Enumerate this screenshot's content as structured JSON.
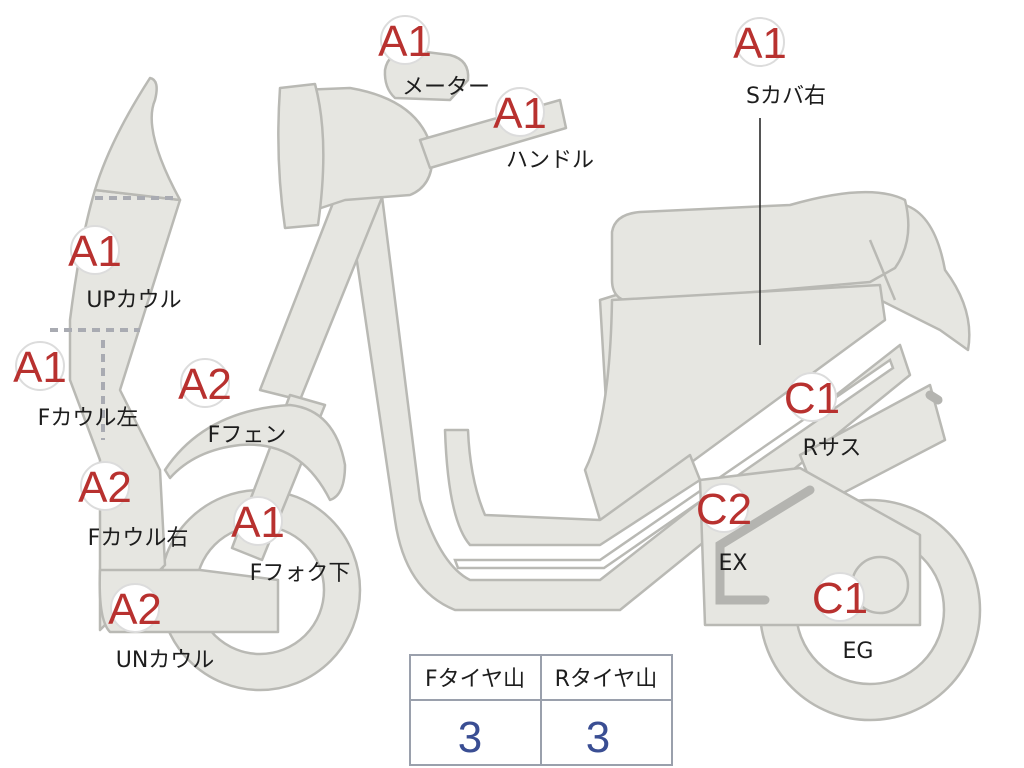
{
  "labels": {
    "meter": {
      "code": "A1",
      "name": "メーター"
    },
    "handle": {
      "code": "A1",
      "name": "ハンドル"
    },
    "side_cover_right": {
      "code": "A1",
      "name": "Sカバ右"
    },
    "upper_cowl": {
      "code": "A1",
      "name": "UPカウル"
    },
    "front_cowl_left": {
      "code": "A1",
      "name": "Fカウル左"
    },
    "front_fender": {
      "code": "A2",
      "name": "Fフェン"
    },
    "front_cowl_right": {
      "code": "A2",
      "name": "Fカウル右"
    },
    "front_fork_lower": {
      "code": "A1",
      "name": "Fフォク下"
    },
    "under_cowl": {
      "code": "A2",
      "name": "UNカウル"
    },
    "rear_suspension": {
      "code": "C1",
      "name": "Rサス"
    },
    "exhaust": {
      "code": "C2",
      "name": "EX"
    },
    "engine": {
      "code": "C1",
      "name": "EG"
    }
  },
  "tire_table": {
    "headers": [
      "Fタイヤ山",
      "Rタイヤ山"
    ],
    "values": [
      "3",
      "3"
    ]
  },
  "colors": {
    "body": "#e6e6e1",
    "outline": "#b9b9b4",
    "badge_text": "#b8312f",
    "table_value": "#3a4e93"
  }
}
